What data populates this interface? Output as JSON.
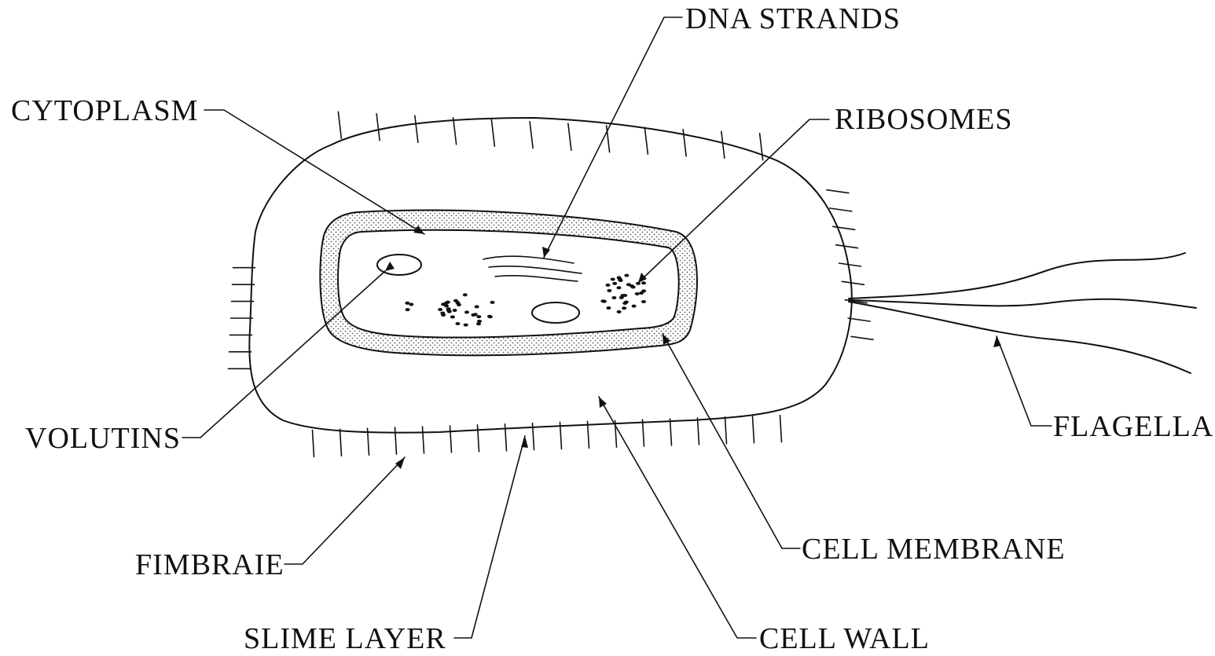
{
  "diagram": {
    "labels": {
      "dna_strands": "DNA STRANDS",
      "cytoplasm": "CYTOPLASM",
      "ribosomes": "RIBOSOMES",
      "volutins": "VOLUTINS",
      "flagella": "FLAGELLA",
      "fimbraie": "FIMBRAIE",
      "cell_membrane": "CELL MEMBRANE",
      "slime_layer": "SLIME LAYER",
      "cell_wall": "CELL WALL"
    },
    "colors": {
      "ink": "#111111",
      "background": "#ffffff",
      "stipple": "#555555"
    }
  }
}
